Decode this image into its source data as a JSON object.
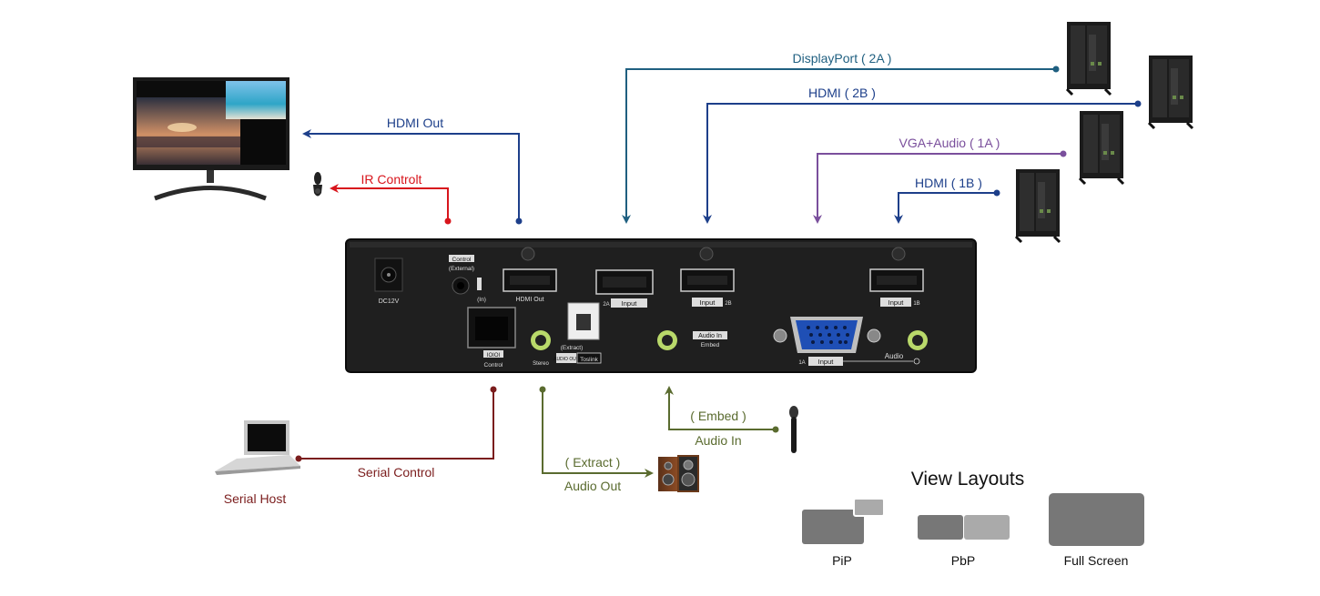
{
  "colors": {
    "blue": "#1d3f8a",
    "teal": "#1f5f80",
    "red": "#d8151c",
    "purple": "#7a4f9c",
    "olive": "#5a6b2f",
    "darkred": "#7b1d1d",
    "device": "#1f1f1f",
    "greenjack": "#b9d96a"
  },
  "connections": {
    "hdmi_out": "HDMI Out",
    "ir_control": "IR Controlt",
    "displayport": "DisplayPort ( 2A )",
    "hdmi_2b": "HDMI ( 2B )",
    "vga_audio": "VGA+Audio ( 1A )",
    "hdmi_1b": "HDMI ( 1B )",
    "serial_control": "Serial Control",
    "serial_host": "Serial Host",
    "extract": "( Extract )",
    "audio_out": "Audio Out",
    "embed": "( Embed )",
    "audio_in": "Audio In"
  },
  "device": {
    "dc": "DC12V",
    "control": "Control",
    "external": "(External)",
    "in": "(In)",
    "hdmi_out": "HDMI Out",
    "input": "Input",
    "tag_2a": "2A",
    "tag_2b": "2B",
    "tag_1b": "1B",
    "tag_1a": "1A",
    "rs232": "IOIOI",
    "rs_control": "Control",
    "stereo": "Stereo",
    "extract": "(Extract)",
    "audio_out_small": "AUDIO OUT",
    "toslink": "Toslink",
    "audio_in": "Audio In",
    "embed": "Embed",
    "audio": "Audio"
  },
  "layouts": {
    "title": "View Layouts",
    "pip": "PiP",
    "pbp": "PbP",
    "full": "Full Screen"
  },
  "icons": [
    "monitor-icon",
    "ir-receiver-icon",
    "pc-tower-icon",
    "laptop-icon",
    "speakers-icon",
    "microphone-icon"
  ]
}
